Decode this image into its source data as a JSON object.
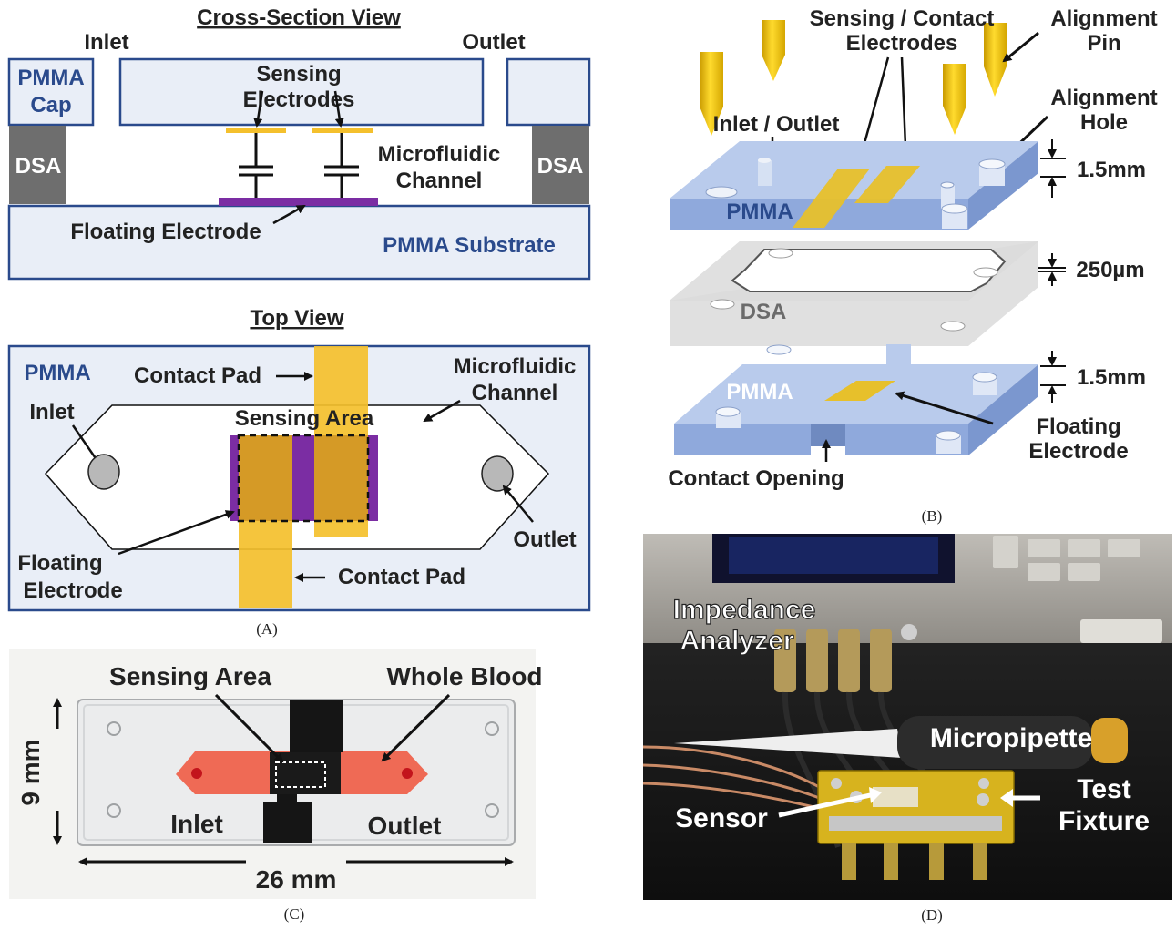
{
  "panelA": {
    "cross_title": "Cross-Section View",
    "inlet": "Inlet",
    "outlet": "Outlet",
    "pmma_cap": [
      "PMMA",
      "Cap"
    ],
    "sensing_electrodes": [
      "Sensing",
      "Electrodes"
    ],
    "microfluidic_channel": [
      "Microfluidic",
      "Channel"
    ],
    "dsa": "DSA",
    "floating_electrode": "Floating Electrode",
    "pmma_substrate": "PMMA Substrate",
    "top_title": "Top View",
    "pmma": "PMMA",
    "contact_pad": "Contact Pad",
    "top_microfluidic": [
      "Microfluidic",
      "Channel"
    ],
    "top_inlet": "Inlet",
    "sensing_area": "Sensing Area",
    "top_outlet": "Outlet",
    "top_floating": [
      "Floating",
      "Electrode"
    ],
    "caption": "(A)"
  },
  "panelB": {
    "sensing_contact": [
      "Sensing / Contact",
      "Electrodes"
    ],
    "alignment_pin": [
      "Alignment",
      "Pin"
    ],
    "alignment_hole": [
      "Alignment",
      "Hole"
    ],
    "inlet_outlet": "Inlet / Outlet",
    "thick_top": "1.5mm",
    "thick_dsa": "250µm",
    "thick_bottom": "1.5mm",
    "pmma_top": "PMMA",
    "dsa": "DSA",
    "pmma_bottom": "PMMA",
    "floating_electrode": [
      "Floating",
      "Electrode"
    ],
    "contact_opening": "Contact Opening",
    "caption": "(B)"
  },
  "panelC": {
    "sensing_area": "Sensing Area",
    "whole_blood": "Whole Blood",
    "inlet": "Inlet",
    "outlet": "Outlet",
    "height": "9 mm",
    "width": "26 mm",
    "caption": "(C)"
  },
  "panelD": {
    "impedance": [
      "Impedance",
      "Analyzer"
    ],
    "micropipette": "Micropipette",
    "test_fixture": [
      "Test",
      "Fixture"
    ],
    "sensor": "Sensor",
    "caption": "(D)"
  },
  "colors": {
    "pmma_border": "#2a4a8c",
    "pmma_fill": "#e9eef7",
    "dsa_gray": "#6e6e6e",
    "electrode_gold": "#f4c02d",
    "floating_purple": "#7b2da3",
    "blood_red": "#ef6a55"
  }
}
